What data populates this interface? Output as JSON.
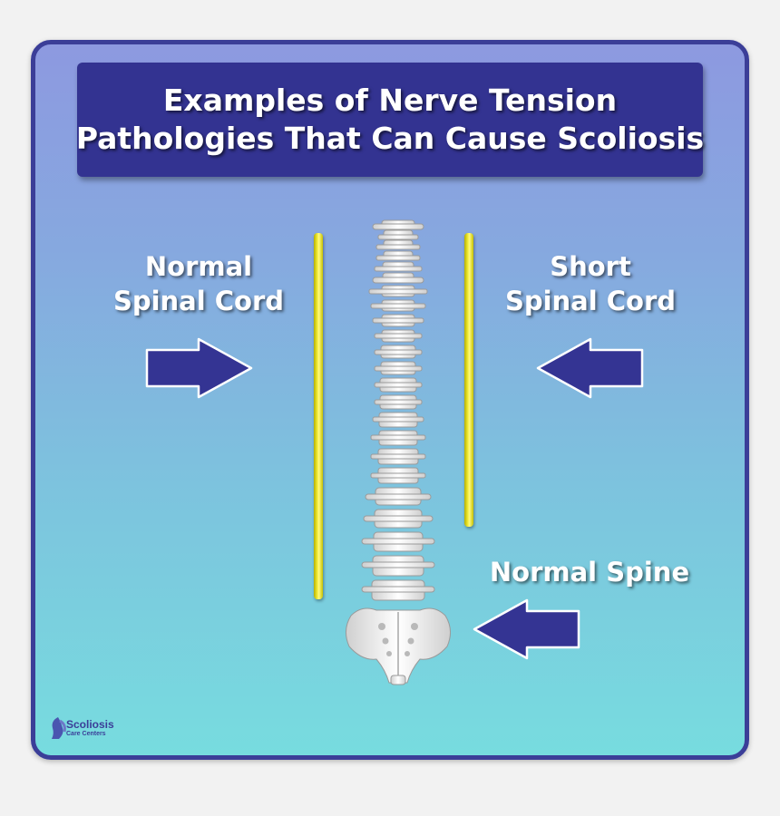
{
  "title": {
    "line1": "Examples of Nerve Tension",
    "line2": "Pathologies That Can Cause Scoliosis"
  },
  "labels": {
    "normal_cord_line1": "Normal",
    "normal_cord_line2": "Spinal Cord",
    "short_cord_line1": "Short",
    "short_cord_line2": "Spinal Cord",
    "normal_spine": "Normal Spine"
  },
  "logo": {
    "name": "Scoliosis",
    "sub": "Care Centers"
  },
  "icons": {
    "arrow_right": "arrow-right-icon",
    "arrow_left": "arrow-left-icon",
    "spine": "spine-illustration",
    "logo": "spine-logo-icon"
  },
  "colors": {
    "frame": "#3b3e98",
    "title_bg": "#333391",
    "arrow": "#343493",
    "cord": "#f3ee3a",
    "bone": "#f4f4f4"
  }
}
